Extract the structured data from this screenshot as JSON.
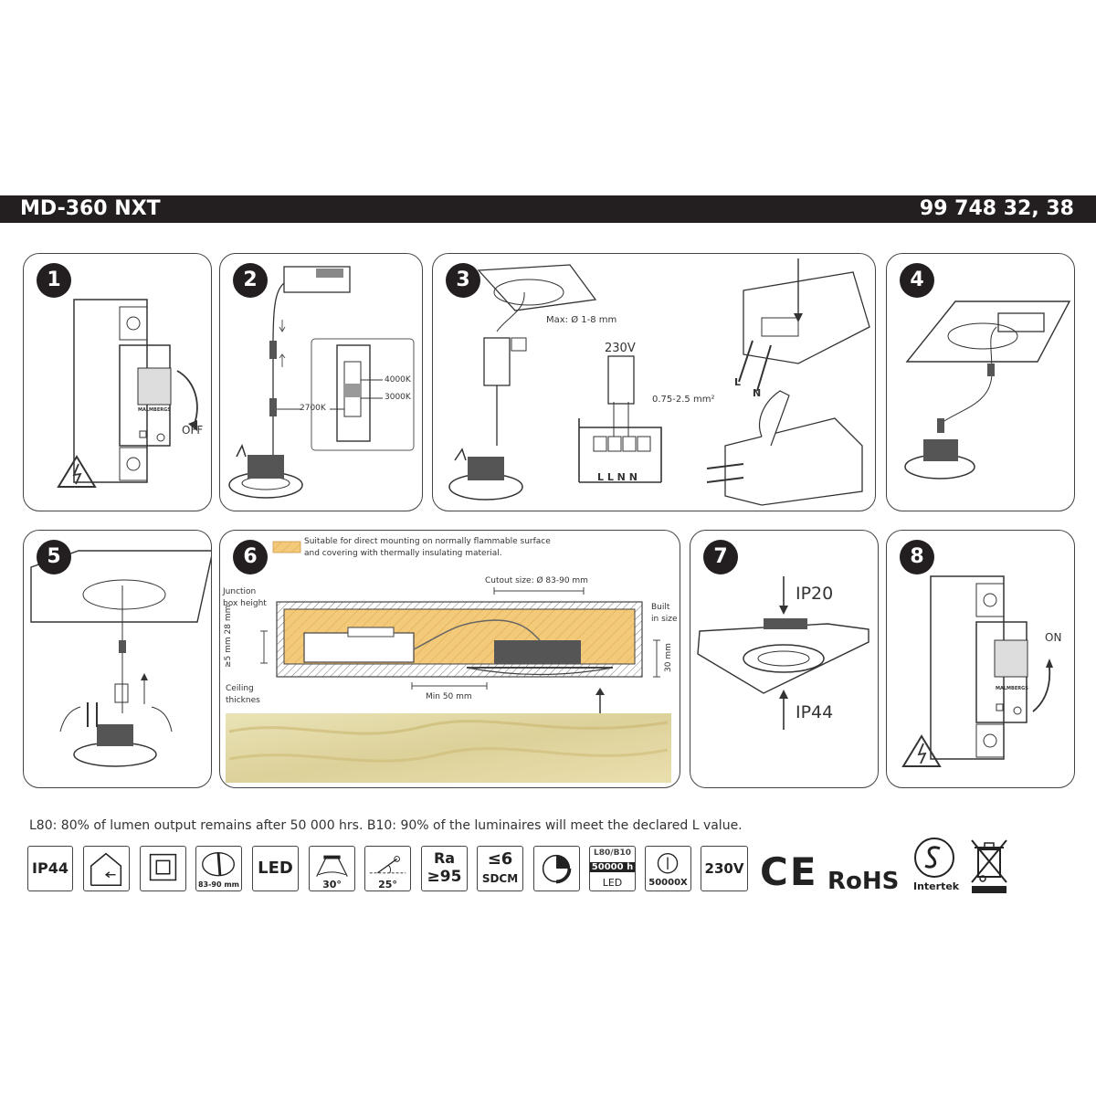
{
  "header": {
    "model": "MD-360 NXT",
    "article_numbers": "99 748 32, 38"
  },
  "steps": {
    "s1": {
      "num": "1",
      "off": "OFF",
      "brand": "MALMBERGS"
    },
    "s2": {
      "num": "2",
      "k4000": "4000K",
      "k3000": "3000K",
      "k2700": "2700K"
    },
    "s3": {
      "num": "3",
      "max": "Max: Ø 1-8 mm",
      "voltage": "230V",
      "wire": "0.75-2.5 mm²",
      "terminals": "L L N N",
      "l": "L",
      "n": "N"
    },
    "s4": {
      "num": "4"
    },
    "s5": {
      "num": "5"
    },
    "s6": {
      "num": "6",
      "legend_line1": "Suitable for direct mounting on normally flammable surface",
      "legend_line2": "and covering with thermally insulating material.",
      "cutout": "Cutout size: Ø 83-90 mm",
      "junction": "Junction",
      "box_height": "box height",
      "built": "Built",
      "in_size": "in size",
      "ge28": "≥5 mm 28 mm",
      "mm30": "30 mm",
      "min50": "Min 50 mm",
      "ceiling": "Ceiling",
      "thickness": "thicknes"
    },
    "s7": {
      "num": "7",
      "ip20": "IP20",
      "ip44": "IP44"
    },
    "s8": {
      "num": "8",
      "on": "ON",
      "brand": "MALMBERGS"
    }
  },
  "note": "L80: 80% of lumen output remains after 50 000 hrs. B10: 90% of the luminaires will meet the declared L value.",
  "icons": {
    "ip44": "IP44",
    "cutout": "83-90 mm",
    "led": "LED",
    "beam": "30°",
    "tilt": "25°",
    "ra_top": "Ra",
    "ra_bot": "≥95",
    "sdcm_top": "≤6",
    "sdcm_bot": "SDCM",
    "l80_top": "L80/B10",
    "l80_mid": "50000 h",
    "l80_bot": "LED",
    "switch_bot": "50000X",
    "v230": "230V",
    "ce": "CE",
    "rohs": "RoHS",
    "intertek": "Intertek"
  }
}
